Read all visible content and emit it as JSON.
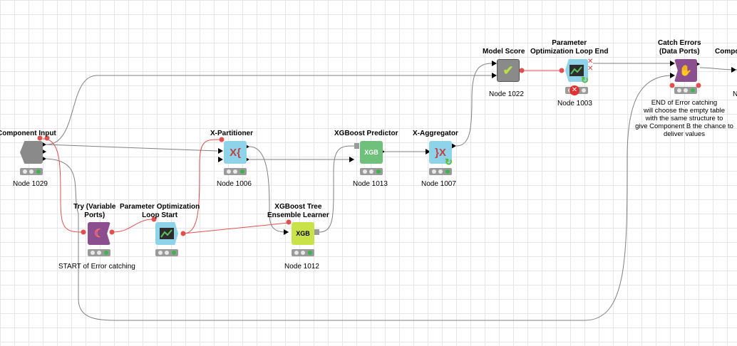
{
  "nodes": {
    "component_input": {
      "title": "Component Input",
      "id": "Node 1029"
    },
    "try": {
      "title": "Try (Variable\nPorts)",
      "id": "START of Error catching"
    },
    "param_loop_start": {
      "title": "Parameter Optimization\nLoop Start"
    },
    "x_partitioner": {
      "title": "X-Partitioner",
      "id": "Node 1006"
    },
    "xgb_learner": {
      "title": "XGBoost Tree\nEnsemble Learner",
      "id": "Node 1012",
      "icon_text": "XGB"
    },
    "xgb_predictor": {
      "title": "XGBoost Predictor",
      "id": "Node 1013",
      "icon_text": "XGB"
    },
    "x_aggregator": {
      "title": "X-Aggregator",
      "id": "Node 1007"
    },
    "model_score": {
      "title": "Model Score",
      "id": "Node 1022"
    },
    "param_loop_end": {
      "title": "Parameter\nOptimization Loop End",
      "id": "Node 1003"
    },
    "catch_errors": {
      "title": "Catch Errors\n(Data Ports)",
      "note": "END of Error catching\nwill choose the empty table\nwith  the same structure to\ngive Component B the chance to\ndeliver values"
    },
    "component_output": {
      "title": "Compo",
      "id": "N"
    }
  },
  "colors": {
    "flow_variable_line": "#e05050",
    "data_line": "#808080",
    "xgb_learner": "#c9e24a",
    "xgb_predictor": "#6ec07a",
    "manipulator": "#8fd3ea",
    "error_node": "#8b4f8f",
    "score_node": "#8a8a8a"
  }
}
